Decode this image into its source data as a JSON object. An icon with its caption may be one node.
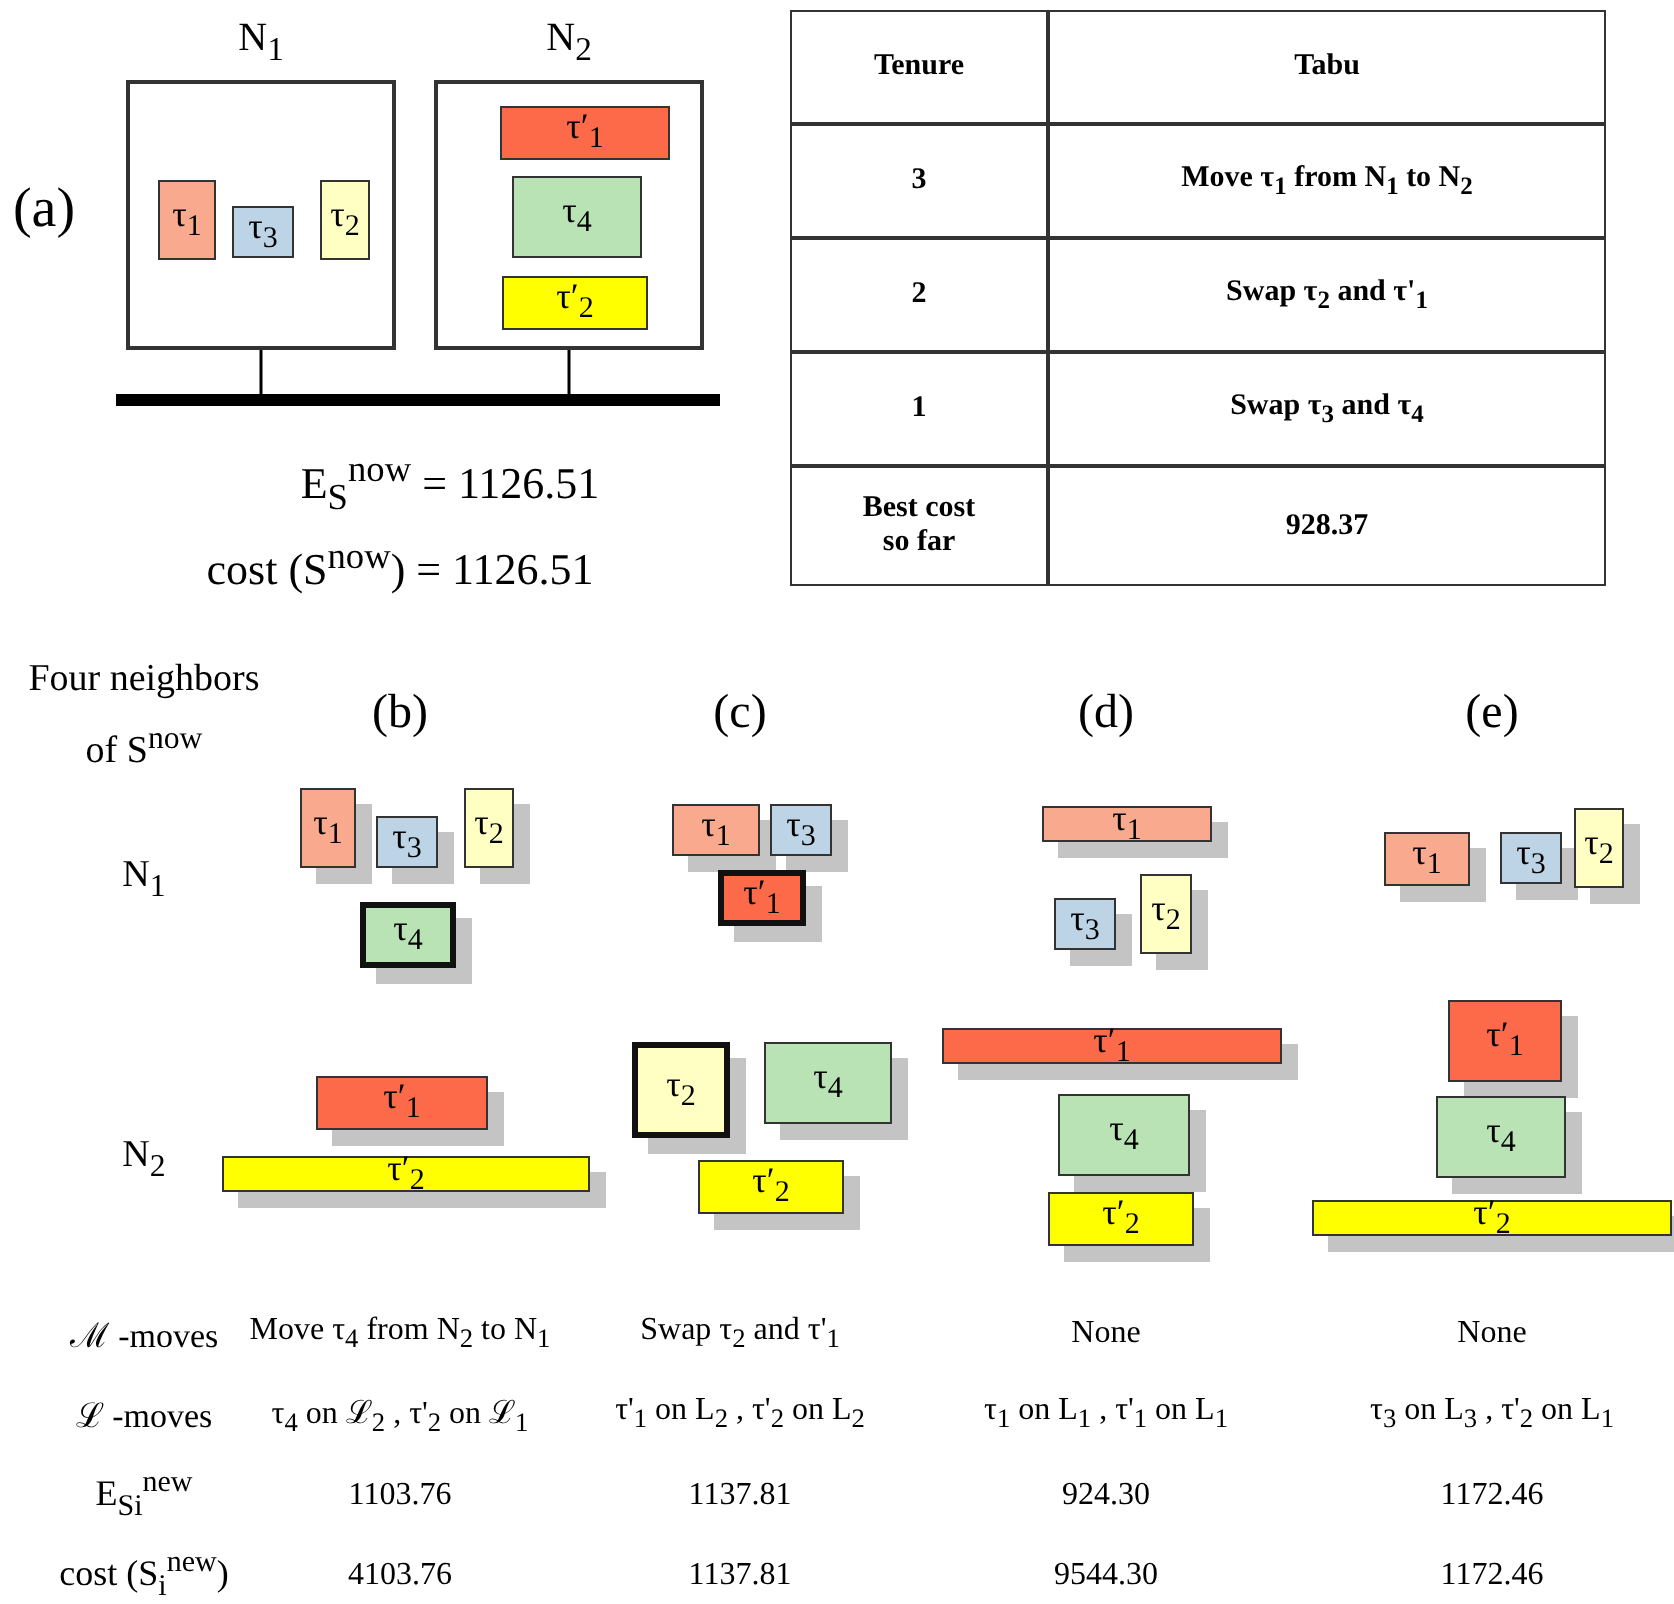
{
  "diagram": {
    "nodes": [
      {
        "text": [
          "N$_{1}$"
        ]
      },
      {
        "text": [
          "τ$_{1}$"
        ],
        "in": 0
      },
      {
        "text": [
          "τ$_{3}$"
        ],
        "in": 0
      },
      {
        "text": [
          "τ$_{2}$"
        ],
        "in": 0
      },
      {
        "text": [
          "N$_{2}$"
        ]
      },
      {
        "text": [
          "τ′$_{1}$"
        ],
        "in": 4
      },
      {
        "text": [
          "τ$_{4}$"
        ],
        "in": 4
      },
      {
        "text": [
          "τ′$_{2}$"
        ],
        "in": 4
      },
      {
        "text": [],
        "shape": "bar"
      },
      {
        "text": [
          "τ$_{1}$"
        ]
      },
      {
        "text": [
          "τ$_{3}$"
        ]
      },
      {
        "text": [
          "τ$_{2}$"
        ]
      },
      {
        "text": [
          "τ$_{4}$"
        ]
      },
      {
        "text": [
          "τ′$_{1}$"
        ]
      },
      {
        "text": [
          "τ′$_{2}$"
        ]
      },
      {
        "text": [
          "τ$_{1}$"
        ]
      },
      {
        "text": [
          "τ$_{3}$"
        ]
      },
      {
        "text": [
          "τ′$_{1}$"
        ]
      },
      {
        "text": [
          "τ$_{2}$"
        ]
      },
      {
        "text": [
          "τ$_{4}$"
        ]
      },
      {
        "text": [
          "τ′$_{2}$"
        ]
      },
      {
        "text": [
          "τ$_{1}$"
        ]
      },
      {
        "text": [
          "τ$_{3}$"
        ]
      },
      {
        "text": [
          "τ$_{2}$"
        ]
      },
      {
        "text": [
          "τ′$_{1}$"
        ]
      },
      {
        "text": [
          "τ$_{4}$"
        ]
      },
      {
        "text": [
          "τ′$_{2}$"
        ]
      },
      {
        "text": [
          "τ$_{1}$"
        ]
      },
      {
        "text": [
          "τ$_{3}$"
        ]
      },
      {
        "text": [
          "τ$_{2}$"
        ]
      },
      {
        "text": [
          "τ′$_{1}$"
        ]
      },
      {
        "text": [
          "τ$_{4}$"
        ]
      },
      {
        "text": [
          "τ′$_{2}$"
        ]
      }
    ],
    "edges": [
      {
        "from": 0,
        "to": 8,
        "arrow": "none"
      },
      {
        "from": 4,
        "to": 8,
        "arrow": "none"
      }
    ],
    "labels": [
      "(a)",
      "E$_{S}$$^{now}$ = 1126.51",
      "cost (S$^{now}$) = 1126.51",
      "Tenure",
      "Tabu",
      "3",
      "Move τ$_{1}$ from N$_{1}$ to N$_{2}$",
      "2",
      "Swap τ$_{2}$ and τ'$_{1}$",
      "1",
      "Swap τ$_{3}$ and τ$_{4}$",
      "Best cost so far",
      "928.37",
      "Four neighbors of S$^{now}$",
      "(b)",
      "(c)",
      "(d)",
      "(e)",
      "N$_{1}$",
      "N$_{2}$",
      "ℳ -moves",
      "Move τ$_{4}$ from N$_{2}$ to N$_{1}$",
      "Swap τ$_{2}$ and τ'$_{1}$",
      "None",
      "None",
      "ℒ -moves",
      "τ$_{4}$ on ℒ$_{2}$ , τ'$_{2}$ on ℒ$_{1}$",
      "τ'$_{1}$ on L$_{2}$ , τ'$_{2}$ on L$_{2}$",
      "τ$_{1}$ on L$_{1}$ , τ'$_{1}$ on L$_{1}$",
      "τ$_{3}$ on L$_{3}$ , τ'$_{2}$ on L$_{1}$",
      "E$_{S}$$_{i}$$^{new}$",
      "1103.76",
      "1137.81",
      "924.30",
      "1172.46",
      "cost (S$_{i}$$^{new}$)",
      "4103.76",
      "1137.81",
      "9544.30",
      "1172.46"
    ]
  }
}
